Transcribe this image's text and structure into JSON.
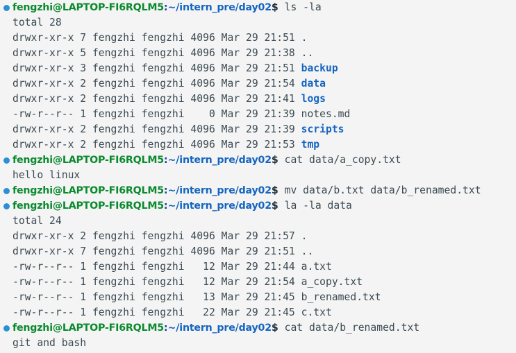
{
  "terminal": {
    "prompt": {
      "user_host": "fengzhi@LAPTOP-FI6RQLM5",
      "separator": ":",
      "path": "~/intern_pre/day02",
      "symbol": "$"
    },
    "colors": {
      "background": "#f4f4f4",
      "user_host": "#0a8a2e",
      "path": "#1565c0",
      "separator": "#1a3ea8",
      "text": "#3b4a52",
      "directory": "#1565c0",
      "bullet": "#2c8fd6"
    },
    "blocks": [
      {
        "command": " ls -la",
        "output": [
          {
            "text": "total 28"
          },
          {
            "meta": "drwxr-xr-x 7 fengzhi fengzhi 4096 Mar 29 21:51 ",
            "name": ".",
            "type": "dot"
          },
          {
            "meta": "drwxr-xr-x 5 fengzhi fengzhi 4096 Mar 29 21:38 ",
            "name": "..",
            "type": "dot"
          },
          {
            "meta": "drwxr-xr-x 3 fengzhi fengzhi 4096 Mar 29 21:51 ",
            "name": "backup",
            "type": "dir"
          },
          {
            "meta": "drwxr-xr-x 2 fengzhi fengzhi 4096 Mar 29 21:54 ",
            "name": "data",
            "type": "dir"
          },
          {
            "meta": "drwxr-xr-x 2 fengzhi fengzhi 4096 Mar 29 21:41 ",
            "name": "logs",
            "type": "dir"
          },
          {
            "meta": "-rw-r--r-- 1 fengzhi fengzhi    0 Mar 29 21:39 ",
            "name": "notes.md",
            "type": "file"
          },
          {
            "meta": "drwxr-xr-x 2 fengzhi fengzhi 4096 Mar 29 21:39 ",
            "name": "scripts",
            "type": "dir"
          },
          {
            "meta": "drwxr-xr-x 2 fengzhi fengzhi 4096 Mar 29 21:53 ",
            "name": "tmp",
            "type": "dir"
          }
        ]
      },
      {
        "command": " cat data/a_copy.txt",
        "output": [
          {
            "text": "hello linux"
          }
        ]
      },
      {
        "command": " mv data/b.txt data/b_renamed.txt",
        "output": []
      },
      {
        "command": " la -la data",
        "output": [
          {
            "text": "total 24"
          },
          {
            "meta": "drwxr-xr-x 2 fengzhi fengzhi 4096 Mar 29 21:57 ",
            "name": ".",
            "type": "dot"
          },
          {
            "meta": "drwxr-xr-x 7 fengzhi fengzhi 4096 Mar 29 21:51 ",
            "name": "..",
            "type": "dot"
          },
          {
            "meta": "-rw-r--r-- 1 fengzhi fengzhi   12 Mar 29 21:44 ",
            "name": "a.txt",
            "type": "file"
          },
          {
            "meta": "-rw-r--r-- 1 fengzhi fengzhi   12 Mar 29 21:54 ",
            "name": "a_copy.txt",
            "type": "file"
          },
          {
            "meta": "-rw-r--r-- 1 fengzhi fengzhi   13 Mar 29 21:45 ",
            "name": "b_renamed.txt",
            "type": "file"
          },
          {
            "meta": "-rw-r--r-- 1 fengzhi fengzhi   22 Mar 29 21:45 ",
            "name": "c.txt",
            "type": "file"
          }
        ]
      },
      {
        "command": " cat data/b_renamed.txt",
        "output": [
          {
            "text": "git and bash"
          }
        ]
      }
    ]
  }
}
